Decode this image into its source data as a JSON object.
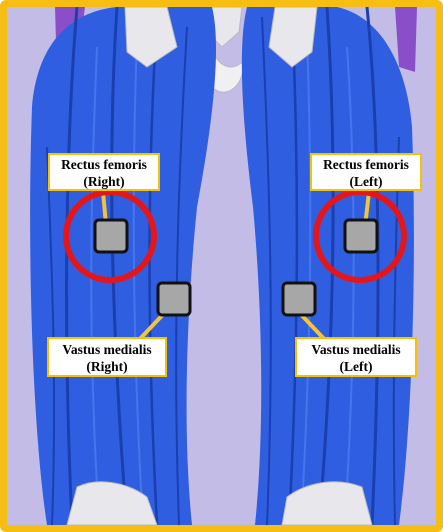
{
  "colors": {
    "frame": "#f6bd12",
    "background": "#c3bce6",
    "muscle": "#2f5fe0",
    "muscle_dark": "#1a3fae",
    "bone": "#e8e8ec",
    "side_muscle": "#8a4fc8",
    "marker_fill": "#a7a7a7",
    "marker_stroke": "#111111",
    "highlight_circle": "#e3161b",
    "leader_line": "#f3c43a"
  },
  "labels": {
    "rf_right": {
      "line1": "Rectus femoris",
      "line2": "(Right)"
    },
    "rf_left": {
      "line1": "Rectus femoris",
      "line2": "(Left)"
    },
    "vm_right": {
      "line1": "Vastus medialis",
      "line2": "(Right)"
    },
    "vm_left": {
      "line1": "Vastus medialis",
      "line2": "(Left)"
    }
  },
  "icons": {
    "rf_right_marker": "electrode-marker-icon",
    "rf_left_marker": "electrode-marker-icon",
    "vm_right_marker": "electrode-marker-icon",
    "vm_left_marker": "electrode-marker-icon"
  }
}
